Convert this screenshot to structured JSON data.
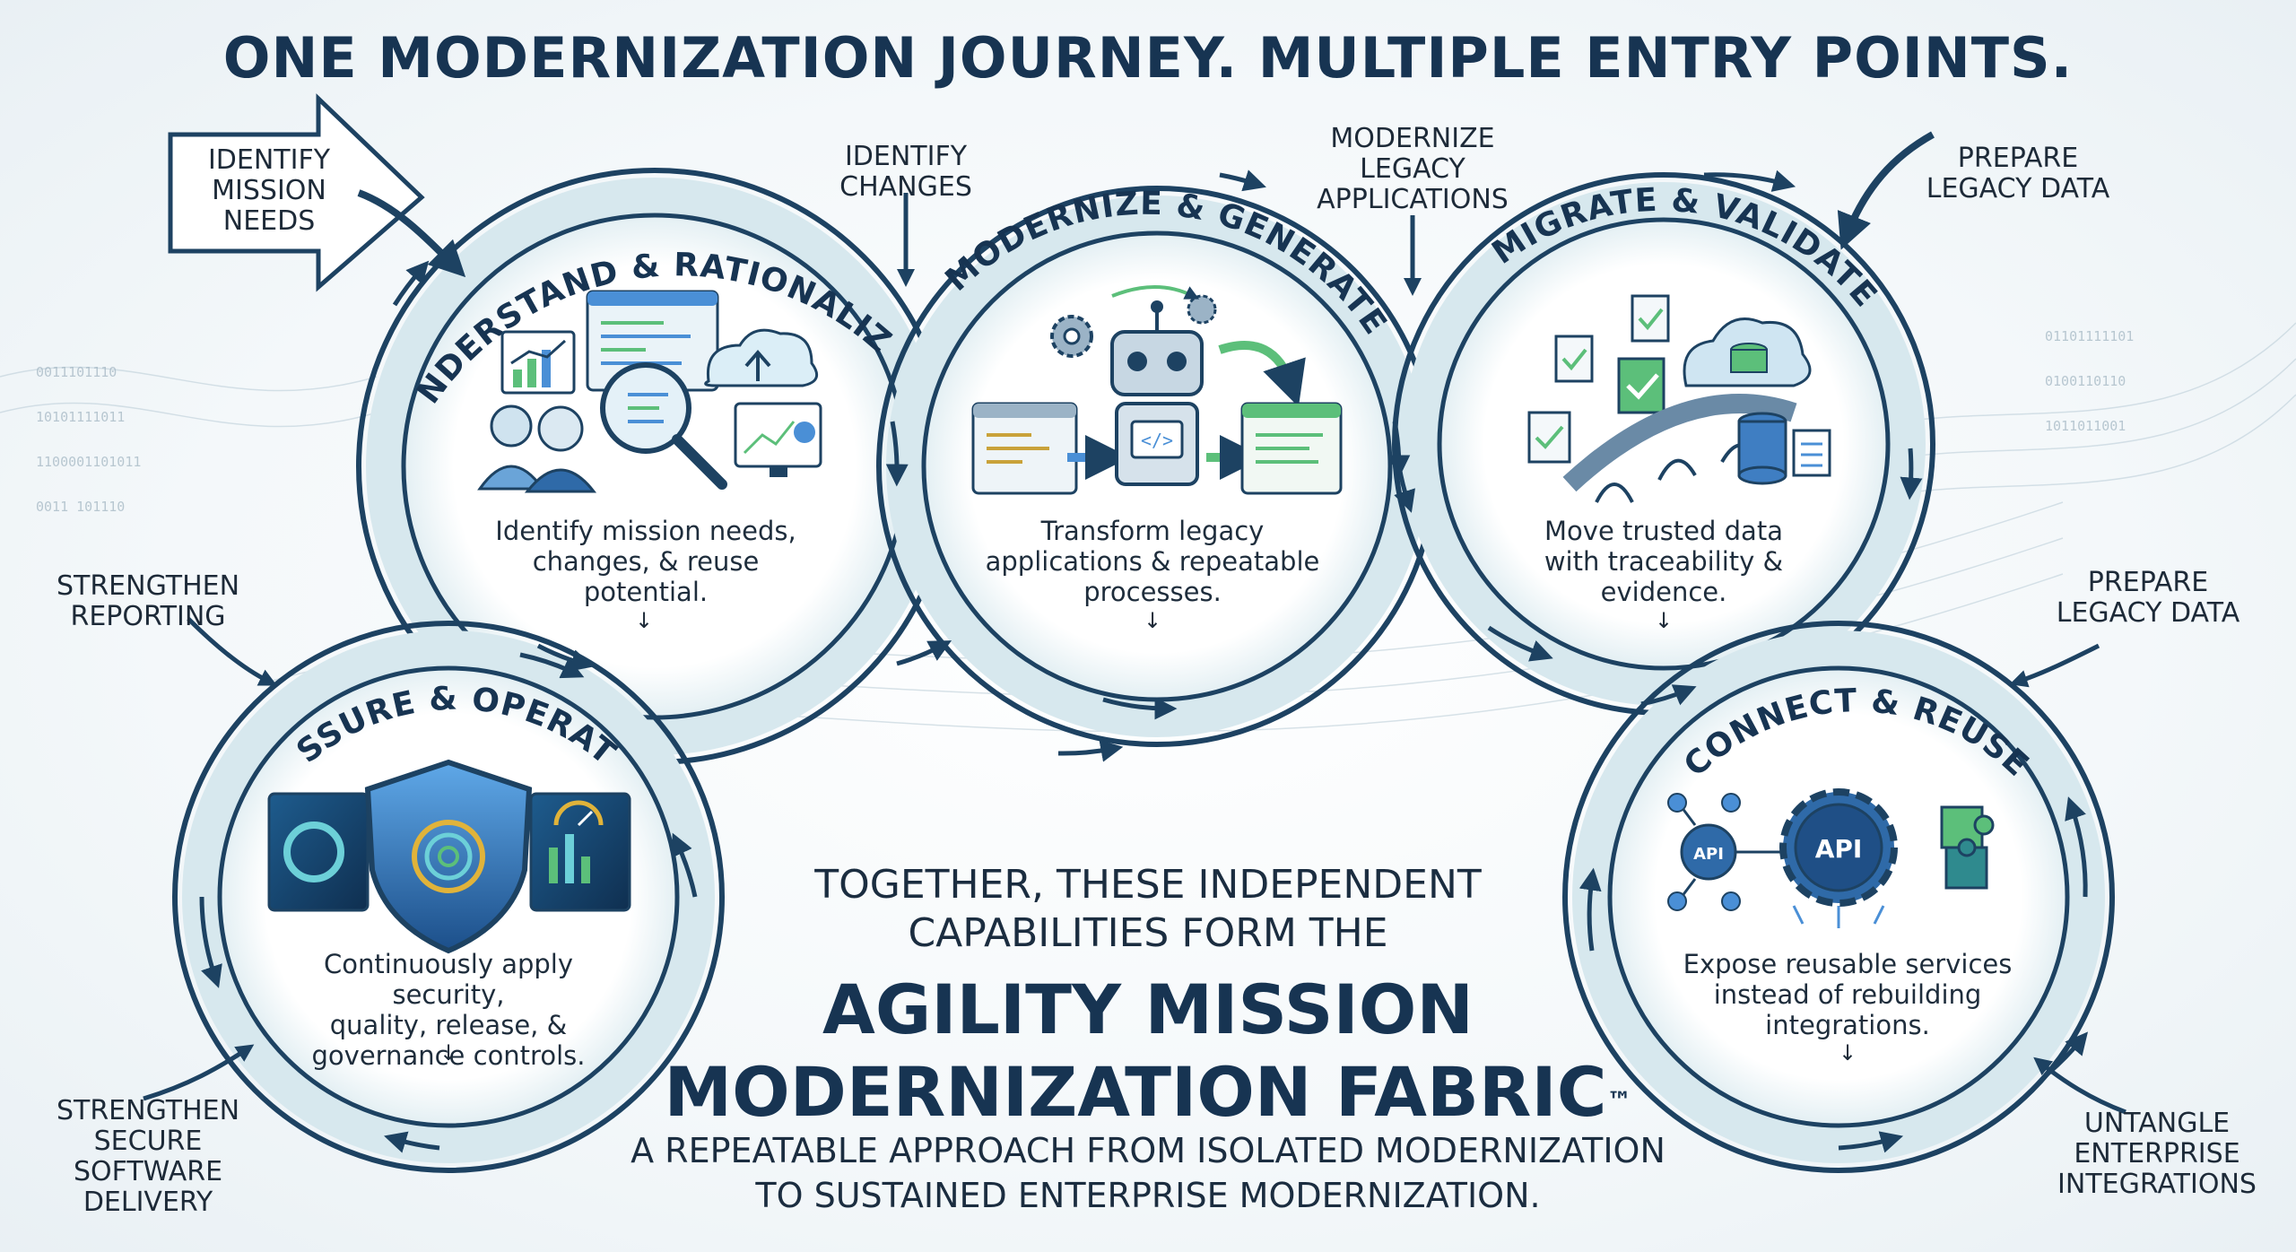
{
  "title": "ONE MODERNIZATION JOURNEY. MULTIPLE ENTRY POINTS.",
  "stages": [
    {
      "id": "understand",
      "title": "UNDERSTAND & RATIONALIZE",
      "description": "Identify mission needs, changes, & reuse potential.",
      "desc_lines": [
        "Identify mission needs,",
        "changes, & reuse",
        "potential."
      ]
    },
    {
      "id": "modernize",
      "title": "MODERNIZE & GENERATE",
      "description": "Transform legacy applications & repeatable processes.",
      "desc_lines": [
        "Transform legacy",
        "applications & repeatable",
        "processes."
      ]
    },
    {
      "id": "migrate",
      "title": "MIGRATE & VALIDATE",
      "description": "Move trusted data with traceability & evidence.",
      "desc_lines": [
        "Move trusted data",
        "with traceability &",
        "evidence."
      ]
    },
    {
      "id": "assure",
      "title": "ASSURE & OPERATE",
      "description": "Continuously apply security, quality, release, & governance controls.",
      "desc_lines": [
        "Continuously apply security,",
        "quality, release, &",
        "governance controls."
      ]
    },
    {
      "id": "connect",
      "title": "CONNECT & REUSE",
      "description": "Expose reusable services instead of rebuilding integrations.",
      "desc_lines": [
        "Expose reusable services",
        "instead of rebuilding",
        "integrations."
      ]
    }
  ],
  "entry_points": [
    {
      "id": "identify-mission-needs",
      "lines": [
        "IDENTIFY",
        "MISSION",
        "NEEDS"
      ]
    },
    {
      "id": "identify-changes",
      "lines": [
        "IDENTIFY",
        "CHANGES"
      ]
    },
    {
      "id": "modernize-legacy-applications",
      "lines": [
        "MODERNIZE",
        "LEGACY",
        "APPLICATIONS"
      ]
    },
    {
      "id": "prepare-legacy-data-top",
      "lines": [
        "PREPARE",
        "LEGACY DATA"
      ]
    },
    {
      "id": "strengthen-reporting",
      "lines": [
        "STRENGTHEN",
        "REPORTING"
      ]
    },
    {
      "id": "prepare-legacy-data-right",
      "lines": [
        "PREPARE",
        "LEGACY DATA"
      ]
    },
    {
      "id": "strengthen-secure-software-delivery",
      "lines": [
        "STRENGTHEN",
        "SECURE",
        "SOFTWARE",
        "DELIVERY"
      ]
    },
    {
      "id": "untangle-enterprise-integrations",
      "lines": [
        "UNTANGLE",
        "ENTERPRISE",
        "INTEGRATIONS"
      ]
    }
  ],
  "center": {
    "intro_lines": [
      "TOGETHER, THESE INDEPENDENT",
      "CAPABILITIES FORM THE"
    ],
    "brand_lines": [
      "AGILITY MISSION",
      "MODERNIZATION FABRIC"
    ],
    "trademark": "™",
    "tagline_lines": [
      "A REPEATABLE APPROACH FROM ISOLATED MODERNIZATION",
      "TO SUSTAINED ENTERPRISE MODERNIZATION."
    ]
  },
  "icons": {
    "understand": [
      "people-icon",
      "bar-chart-icon",
      "code-window-icon",
      "magnifier-icon",
      "cloud-upload-icon",
      "monitor-chart-icon"
    ],
    "modernize": [
      "code-window-icon",
      "robot-icon",
      "gear-icon",
      "refresh-arrow-icon",
      "document-window-icon"
    ],
    "migrate": [
      "checklist-document-icon",
      "cloud-database-icon",
      "bridge-icon",
      "database-icon"
    ],
    "assure": [
      "shield-icon",
      "dashboard-panel-icon",
      "gauge-icon"
    ],
    "connect": [
      "api-node-icon",
      "api-gear-icon",
      "puzzle-icon"
    ]
  },
  "colors": {
    "title": "#173452",
    "ring_dark": "#1d4262",
    "ring_light": "#d7e8ee",
    "accent_green": "#5cbf7a",
    "accent_blue": "#4a8fd6"
  }
}
